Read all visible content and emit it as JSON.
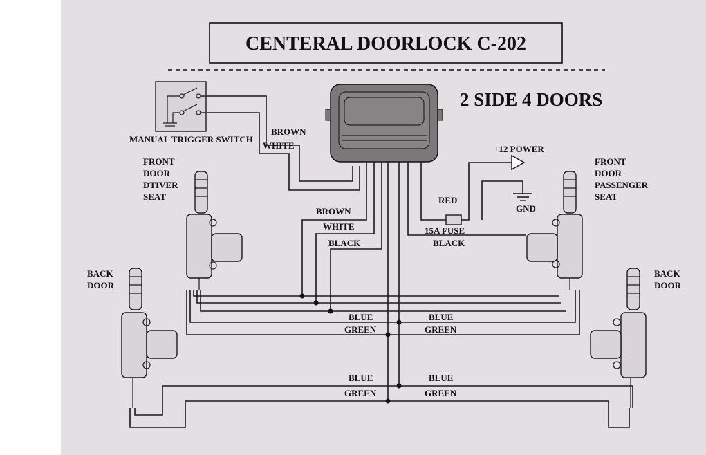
{
  "title": "CENTERAL DOORLOCK C-202",
  "subtitle": "2 SIDE 4 DOORS",
  "switch_label": "MANUAL TRIGGER SWITCH",
  "power_label": "+12 POWER",
  "gnd_label": "GND",
  "fuse_label": "15A FUSE",
  "doors": {
    "front_driver": [
      "FRONT",
      "DOOR",
      "DTIVER",
      "SEAT"
    ],
    "front_passenger": [
      "FRONT",
      "DOOR",
      "PASSENGER",
      "SEAT"
    ],
    "back_left": [
      "BACK",
      "DOOR"
    ],
    "back_right": [
      "BACK",
      "DOOR"
    ]
  },
  "wires": {
    "brown": "BROWN",
    "white": "WHITE",
    "black": "BLACK",
    "red": "RED",
    "blue": "BLUE",
    "green": "GREEN"
  }
}
